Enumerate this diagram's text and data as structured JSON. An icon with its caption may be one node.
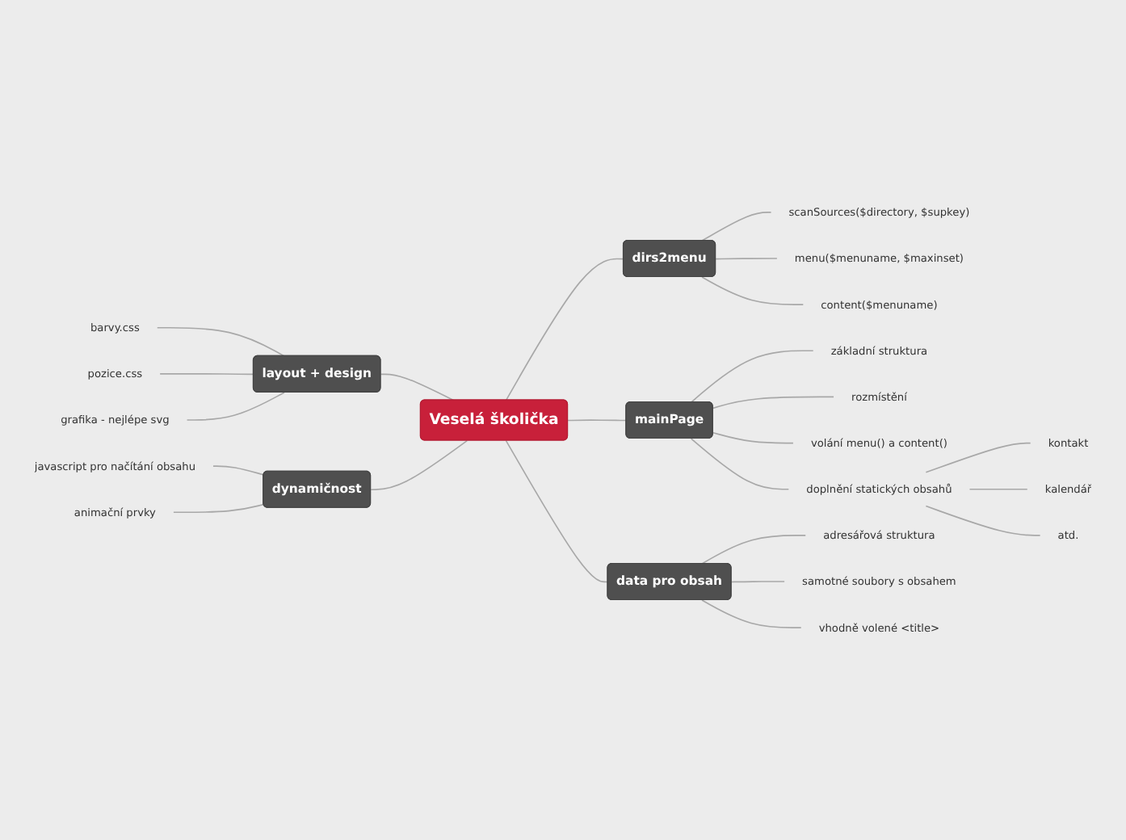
{
  "diagram": {
    "nodes": [
      {
        "text": [
          "Veselá školička"
        ]
      },
      {
        "text": [
          "dirs2menu"
        ]
      },
      {
        "text": [
          "scanSources($directory, $supkey)"
        ]
      },
      {
        "text": [
          "menu($menuname, $maxinset)"
        ]
      },
      {
        "text": [
          "content($menuname)"
        ]
      },
      {
        "text": [
          "mainPage"
        ]
      },
      {
        "text": [
          "základní struktura"
        ]
      },
      {
        "text": [
          "rozmístění"
        ]
      },
      {
        "text": [
          "volání menu() a content()"
        ]
      },
      {
        "text": [
          "doplnění statických obsahů"
        ]
      },
      {
        "text": [
          "kontakt"
        ]
      },
      {
        "text": [
          "kalendář"
        ]
      },
      {
        "text": [
          "atd."
        ]
      },
      {
        "text": [
          "data pro obsah"
        ]
      },
      {
        "text": [
          "adresářová struktura"
        ]
      },
      {
        "text": [
          "samotné soubory s obsahem"
        ]
      },
      {
        "text": [
          "vhodně volené <title>"
        ]
      },
      {
        "text": [
          "layout + design"
        ]
      },
      {
        "text": [
          "barvy.css"
        ]
      },
      {
        "text": [
          "pozice.css"
        ]
      },
      {
        "text": [
          "grafika - nejlépe svg"
        ]
      },
      {
        "text": [
          "dynamičnost"
        ]
      },
      {
        "text": [
          "javascript pro načítání obsahu"
        ]
      },
      {
        "text": [
          "animační prvky"
        ]
      }
    ],
    "edges": [
      {
        "from": 0,
        "to": 1,
        "arrow": "none"
      },
      {
        "from": 1,
        "to": 2,
        "arrow": "none"
      },
      {
        "from": 1,
        "to": 3,
        "arrow": "none"
      },
      {
        "from": 1,
        "to": 4,
        "arrow": "none"
      },
      {
        "from": 0,
        "to": 5,
        "arrow": "none"
      },
      {
        "from": 5,
        "to": 6,
        "arrow": "none"
      },
      {
        "from": 5,
        "to": 7,
        "arrow": "none"
      },
      {
        "from": 5,
        "to": 8,
        "arrow": "none"
      },
      {
        "from": 5,
        "to": 9,
        "arrow": "none"
      },
      {
        "from": 9,
        "to": 10,
        "arrow": "none"
      },
      {
        "from": 9,
        "to": 11,
        "arrow": "none"
      },
      {
        "from": 9,
        "to": 12,
        "arrow": "none"
      },
      {
        "from": 0,
        "to": 13,
        "arrow": "none"
      },
      {
        "from": 13,
        "to": 14,
        "arrow": "none"
      },
      {
        "from": 13,
        "to": 15,
        "arrow": "none"
      },
      {
        "from": 13,
        "to": 16,
        "arrow": "none"
      },
      {
        "from": 17,
        "to": 0,
        "arrow": "none"
      },
      {
        "from": 18,
        "to": 17,
        "arrow": "none"
      },
      {
        "from": 19,
        "to": 17,
        "arrow": "none"
      },
      {
        "from": 20,
        "to": 17,
        "arrow": "none"
      },
      {
        "from": 21,
        "to": 0,
        "arrow": "none"
      },
      {
        "from": 22,
        "to": 21,
        "arrow": "none"
      },
      {
        "from": 23,
        "to": 21,
        "arrow": "none"
      }
    ]
  }
}
